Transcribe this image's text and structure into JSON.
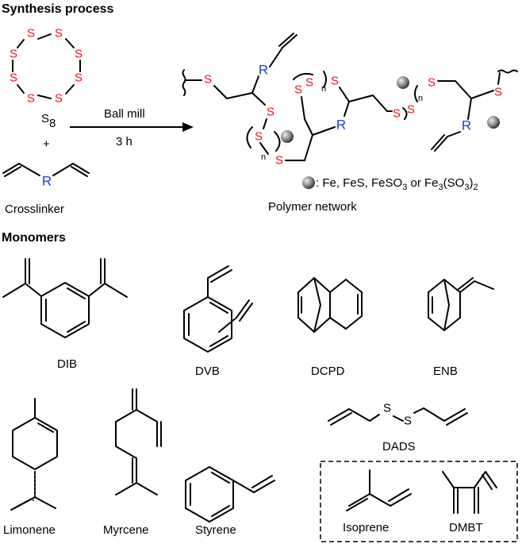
{
  "synthesis": {
    "heading": "Synthesis process",
    "s8_label": "S",
    "s8_sub": "8",
    "plus": "+",
    "crosslinker_label": "Crosslinker",
    "r_label": "R",
    "sulfur_label": "S",
    "n_label": "n",
    "arrow_top": "Ball mill",
    "arrow_bottom": "3 h",
    "polymer_label": "Polymer network",
    "legend": {
      "prefix": ": Fe, FeS, FeSO",
      "sub1": "3",
      "mid": " or Fe",
      "sub2": "3",
      "mid2": "(SO",
      "sub3": "3",
      "end": ")",
      "sub4": "2"
    }
  },
  "monomers": {
    "heading": "Monomers",
    "dib": "DIB",
    "dvb": "DVB",
    "dcpd": "DCPD",
    "enb": "ENB",
    "dads": "DADS",
    "limonene": "Limonene",
    "myrcene": "Myrcene",
    "styrene": "Styrene",
    "isoprene": "Isoprene",
    "dmbt": "DMBT"
  },
  "colors": {
    "sulfur": "#e8141c",
    "r_group": "#1f3bd1"
  }
}
